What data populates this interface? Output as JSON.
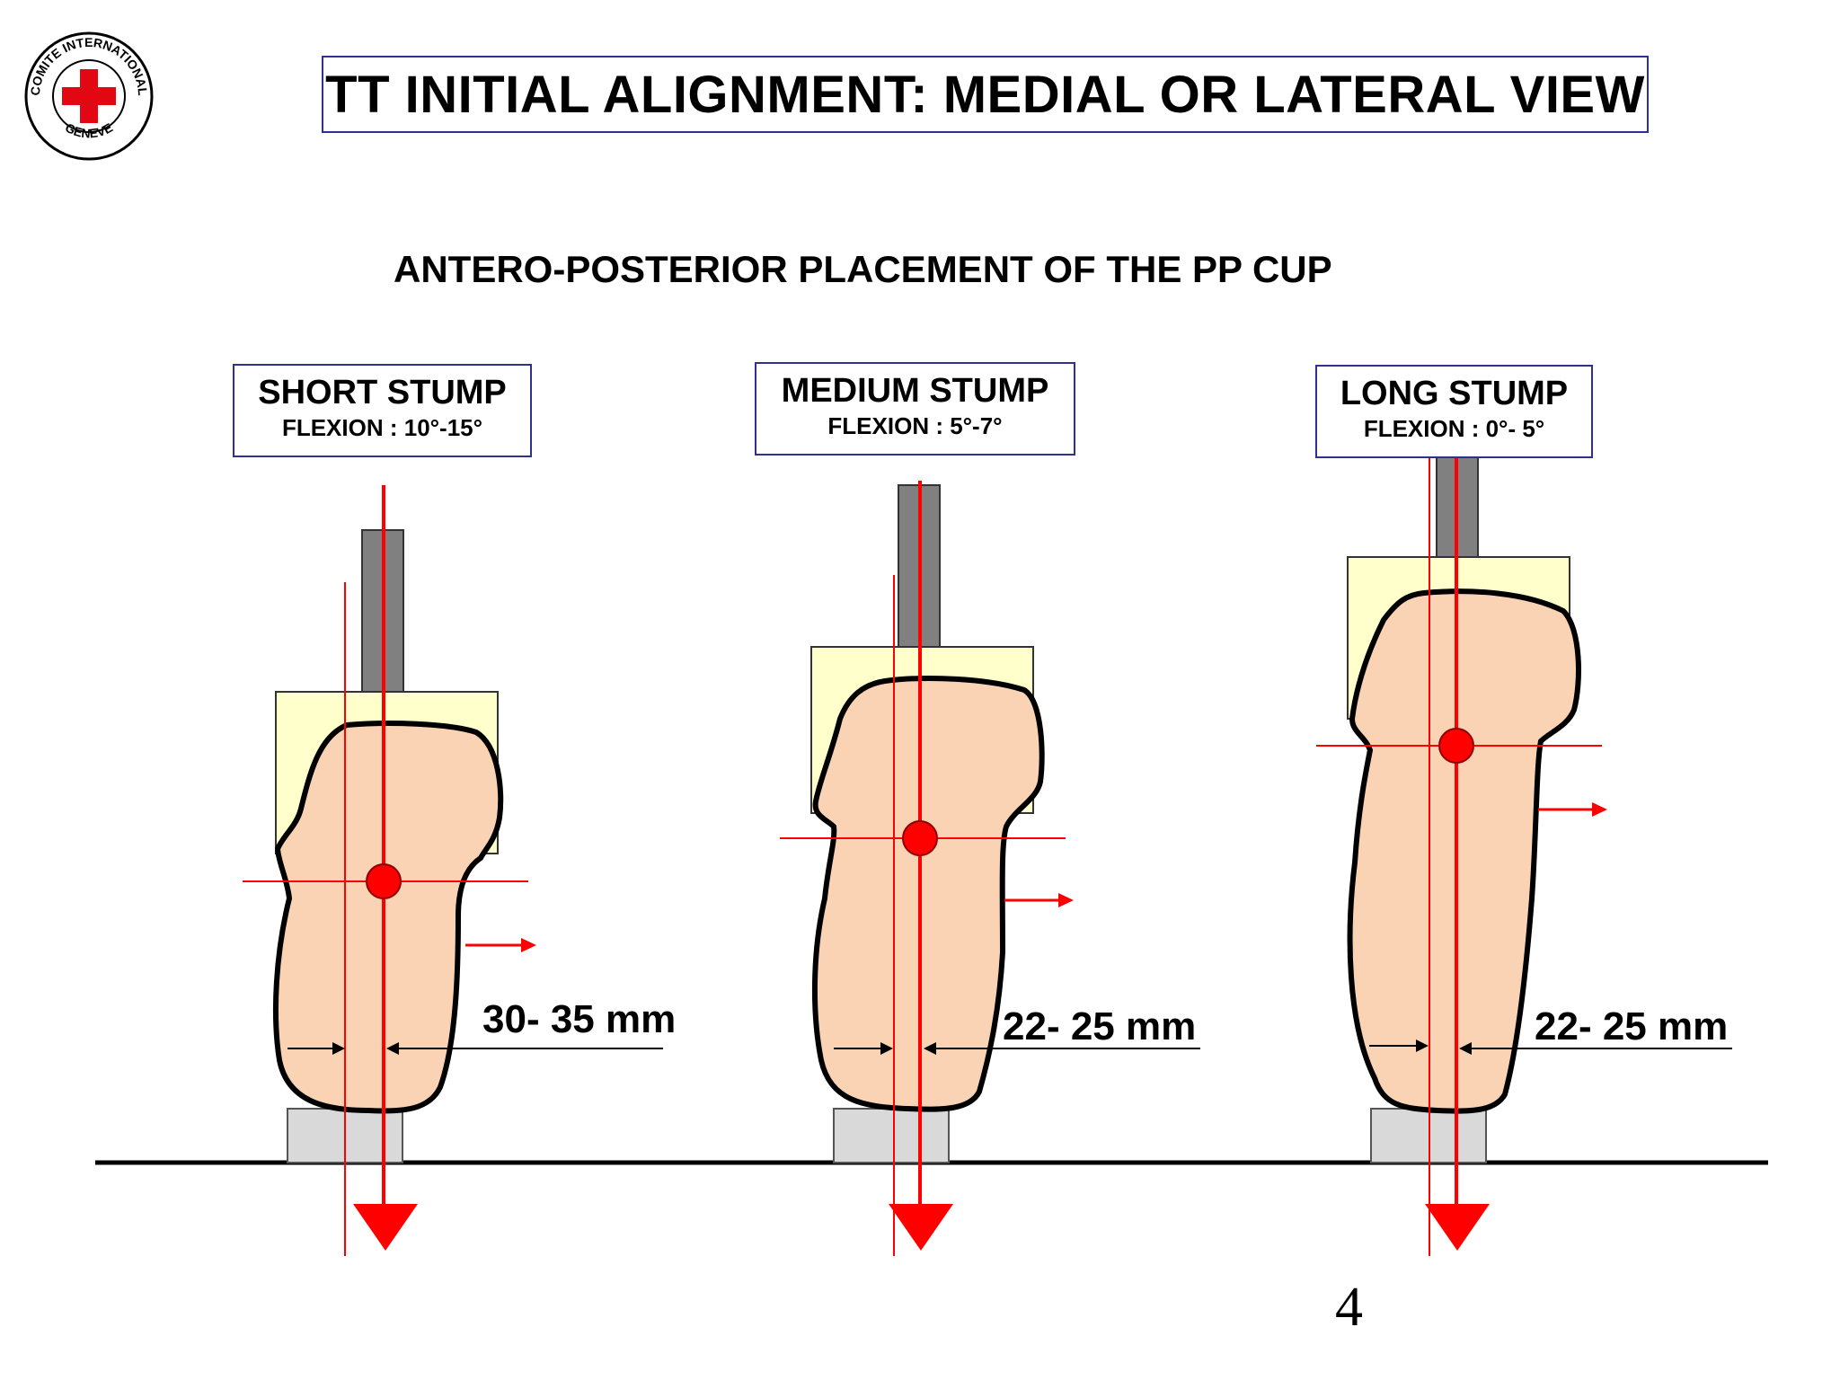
{
  "logo": {
    "ring_text_top": "COMITE INTERNATIONAL",
    "ring_text_bottom": "GENEVE",
    "cross_color": "#e30613"
  },
  "title": "TT INITIAL ALIGNMENT: MEDIAL OR LATERAL VIEW",
  "subtitle": "ANTERO-POSTERIOR PLACEMENT OF THE PP CUP",
  "stumps": [
    {
      "name": "SHORT STUMP",
      "flexion": "FLEXION : 10°-15°",
      "offset": "30- 35 mm"
    },
    {
      "name": "MEDIUM STUMP",
      "flexion": "FLEXION : 5°-7°",
      "offset": "22- 25 mm"
    },
    {
      "name": "LONG STUMP",
      "flexion": "FLEXION : 0°- 5°",
      "offset": "22- 25 mm"
    }
  ],
  "page_number": "4",
  "colors": {
    "frame": "#2e3192",
    "line": "#ff0000",
    "stump_fill": "#fad3b4",
    "socket_fill": "#ffffcc",
    "pylon": "#808080",
    "foot_block": "#d9d9d9"
  }
}
